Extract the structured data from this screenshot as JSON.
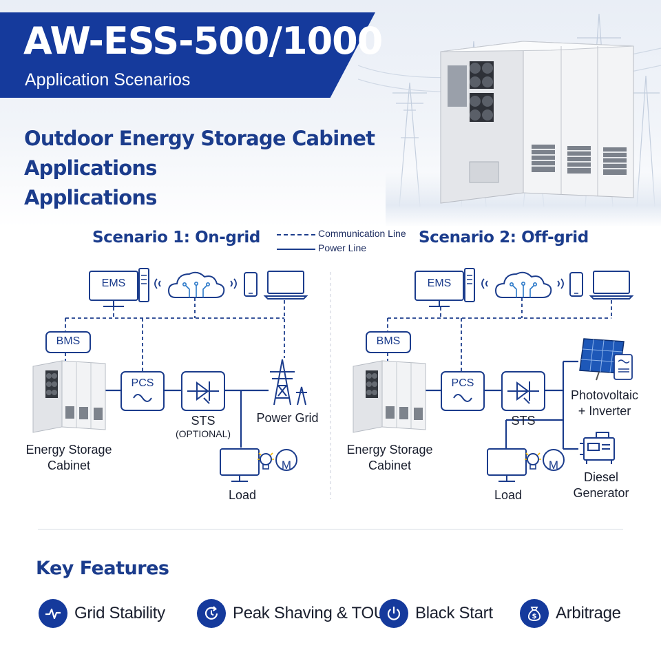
{
  "header": {
    "title": "AW-ESS-500/1000",
    "subtitle": "Application Scenarios"
  },
  "main_heading": {
    "line1": "Outdoor Energy Storage Cabinet Applications",
    "line2": "Applications"
  },
  "legend": {
    "communication": "Communication Line",
    "power": "Power Line"
  },
  "scenario1": {
    "title": "Scenario 1: On-grid",
    "ems": "EMS",
    "bms": "BMS",
    "pcs": "PCS",
    "sts": "STS",
    "sts_note": "(OPTIONAL)",
    "grid": "Power Grid",
    "cabinet_line1": "Energy Storage",
    "cabinet_line2": "Cabinet",
    "load": "Load",
    "motor": "M"
  },
  "scenario2": {
    "title": "Scenario 2: Off-grid",
    "ems": "EMS",
    "bms": "BMS",
    "pcs": "PCS",
    "sts": "STS",
    "pv_line1": "Photovoltaic",
    "pv_line2": "+ Inverter",
    "diesel_line1": "Diesel",
    "diesel_line2": "Generator",
    "cabinet_line1": "Energy Storage",
    "cabinet_line2": "Cabinet",
    "load": "Load",
    "motor": "M"
  },
  "key_features": {
    "title": "Key Features",
    "items": [
      {
        "label": "Grid Stability",
        "icon": "pulse-icon"
      },
      {
        "label": "Peak Shaving & TOU",
        "icon": "clock-refresh-icon"
      },
      {
        "label": "Black Start",
        "icon": "power-icon"
      },
      {
        "label": "Arbitrage",
        "icon": "money-bag-icon"
      }
    ]
  },
  "colors": {
    "brand_blue": "#153a9c",
    "heading_blue": "#1b3c8c",
    "line_blue": "#1b3c8c"
  }
}
